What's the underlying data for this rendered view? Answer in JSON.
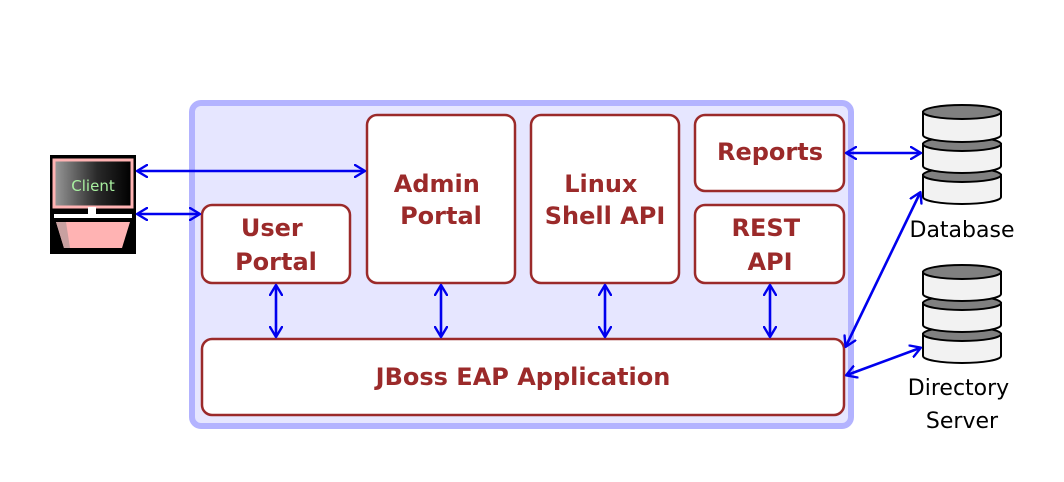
{
  "colors": {
    "container_fill": "#e6e6ff",
    "container_stroke": "#b3b3ff",
    "box_stroke": "#9b2a2a",
    "box_text": "#9b2a2a",
    "arrow": "#0000ee",
    "db_fill": "#f2f2f2",
    "db_top": "#808080",
    "client_accent": "#ffb3b3"
  },
  "client": {
    "label": "Client",
    "icon": "computer-icon"
  },
  "boxes": {
    "user_portal": {
      "line1": "User",
      "line2": "Portal"
    },
    "admin_portal": {
      "line1": "Admin",
      "line2": "Portal"
    },
    "linux_shell": {
      "line1": "Linux",
      "line2": "Shell API"
    },
    "reports": {
      "line1": "Reports"
    },
    "rest_api": {
      "line1": "REST",
      "line2": "API"
    },
    "jboss": {
      "line1": "JBoss EAP Application"
    }
  },
  "database": {
    "label": "Database",
    "icon": "database-icon"
  },
  "directory": {
    "line1": "Directory",
    "line2": "Server",
    "icon": "database-icon"
  }
}
